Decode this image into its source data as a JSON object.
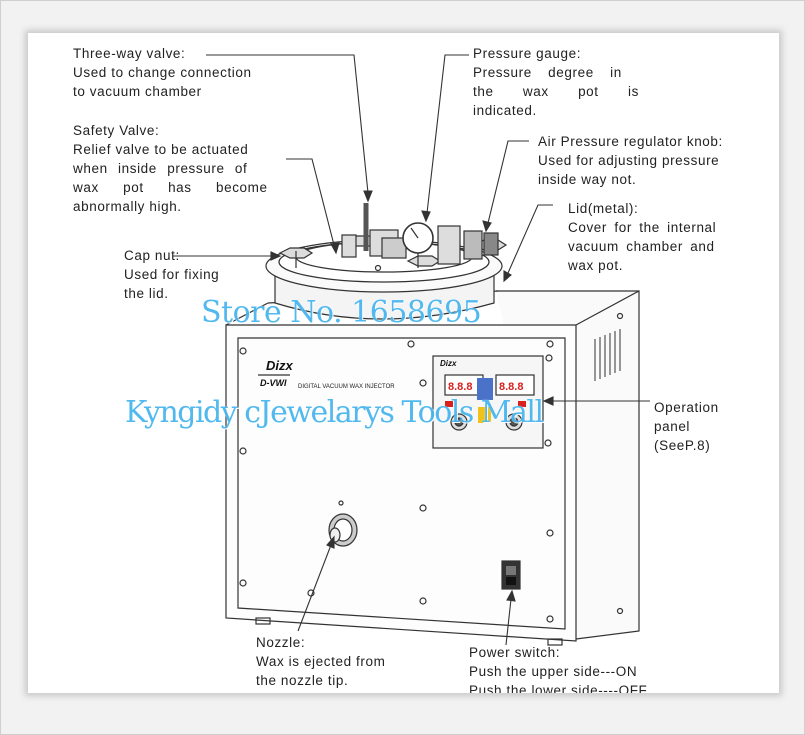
{
  "labels": {
    "three_way_valve": {
      "title": "Three-way valve:",
      "lines": [
        "Used to change connection",
        "to vacuum chamber"
      ]
    },
    "safety_valve": {
      "title": "Safety Valve:",
      "lines": [
        "Relief valve to be actuated",
        "when inside pressure of",
        "wax pot has become",
        "abnormally high."
      ]
    },
    "cap_nut": {
      "title": "Cap nut:",
      "lines": [
        "Used for fixing",
        "the lid."
      ]
    },
    "pressure_gauge": {
      "title": "Pressure gauge:",
      "lines": [
        "Pressure degree in",
        "the wax pot is",
        "indicated."
      ]
    },
    "air_regulator": {
      "title": "Air Pressure regulator knob:",
      "lines": [
        "Used for adjusting pressure",
        "inside way not."
      ]
    },
    "lid": {
      "title": "Lid(metal):",
      "lines": [
        "Cover for the internal",
        "vacuum chamber and",
        "wax pot."
      ]
    },
    "operation_panel": {
      "lines": [
        "Operation",
        "panel",
        "(SeeP.8)"
      ]
    },
    "nozzle": {
      "title": "Nozzle:",
      "lines": [
        "Wax is ejected from",
        "the nozzle tip."
      ]
    },
    "power_switch": {
      "title": "Power switch:",
      "lines": [
        "Push the upper side---ON",
        "Push the lower side----OFF"
      ]
    }
  },
  "machine": {
    "brand": "Dizx",
    "model": "D-VWI",
    "product_line": "DIGITAL VACUUM WAX INJECTOR",
    "display_left": "8.8.8",
    "display_right": "8.8.8"
  },
  "watermarks": {
    "store": "Store No. 1658695",
    "shop": "Kyngidy cJewelarys Tools Mall"
  },
  "colors": {
    "line": "#333333",
    "watermark": "#49b6ef",
    "display": "#d8201c",
    "panel_blue": "#4a72c8",
    "panel_yellow": "#f0c21a"
  }
}
